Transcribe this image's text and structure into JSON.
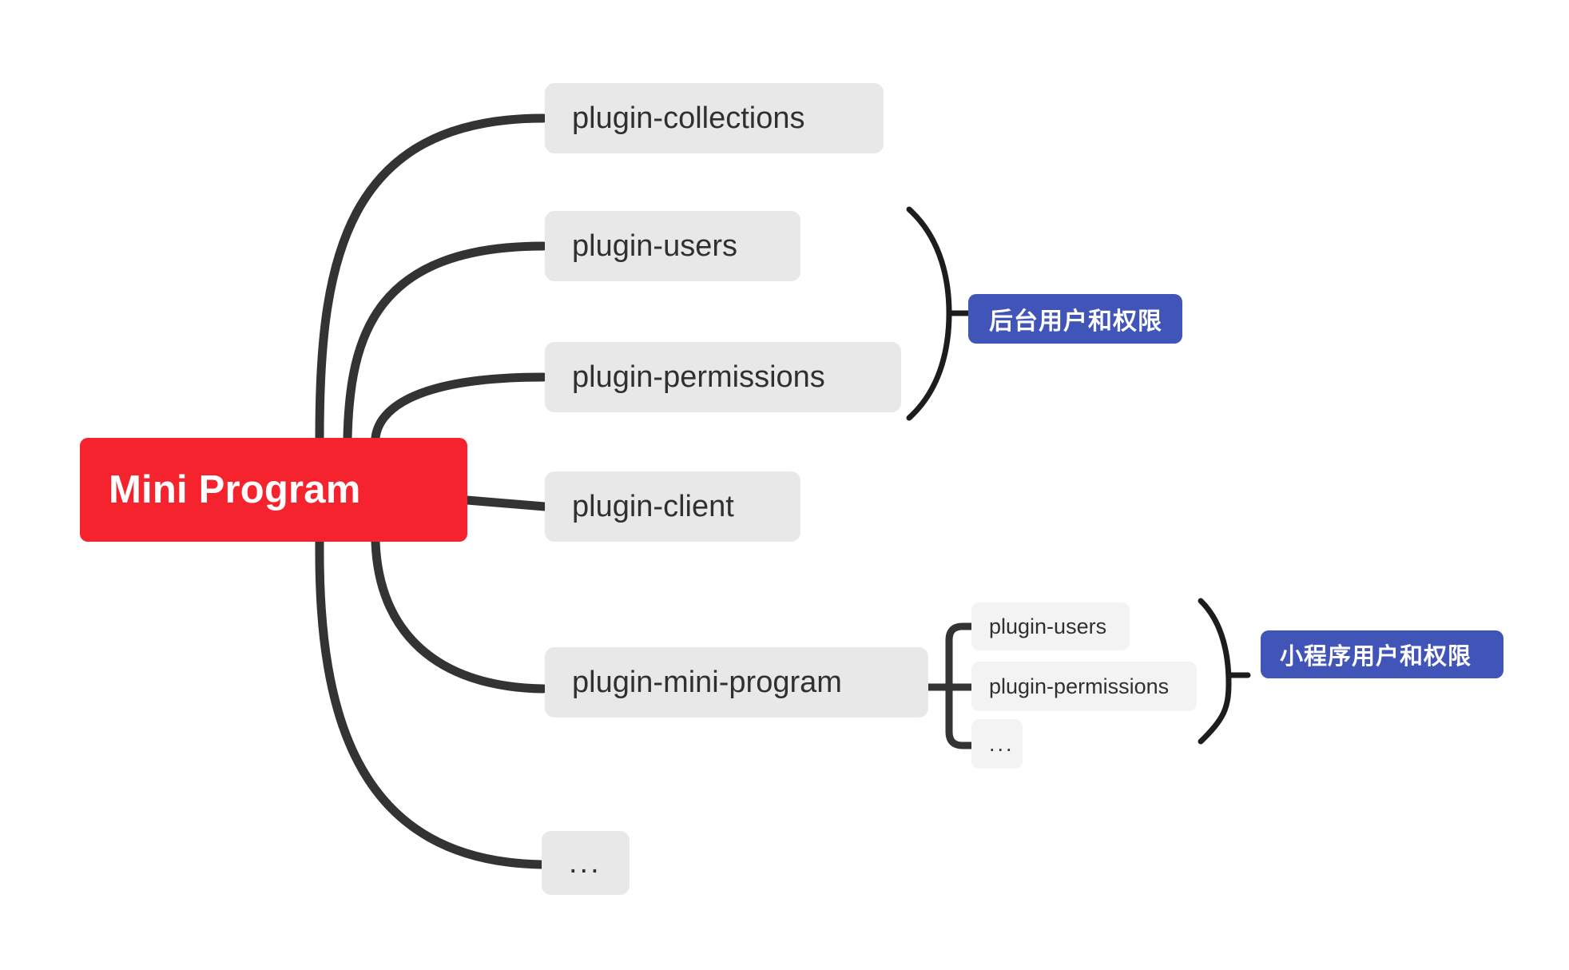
{
  "diagram": {
    "title": "Mini Program plugin architecture mindmap",
    "background_color": "#FFFFFF",
    "edge_color": "#333333",
    "root_color": "#F4232E",
    "branch_color": "#E8E8E8",
    "leaf_color": "#F3F3F3",
    "badge_color": "#4154B8",
    "text_color": "#303030"
  },
  "root": {
    "label": "Mini Program"
  },
  "branches": [
    {
      "id": "plugin-collections",
      "label": "plugin-collections"
    },
    {
      "id": "plugin-users",
      "label": "plugin-users"
    },
    {
      "id": "plugin-permissions",
      "label": "plugin-permissions"
    },
    {
      "id": "plugin-client",
      "label": "plugin-client"
    },
    {
      "id": "plugin-mini-program",
      "label": "plugin-mini-program"
    },
    {
      "id": "more",
      "label": "..."
    }
  ],
  "sub_branches": [
    {
      "id": "mp-plugin-users",
      "label": "plugin-users"
    },
    {
      "id": "mp-plugin-permissions",
      "label": "plugin-permissions"
    },
    {
      "id": "mp-more",
      "label": "..."
    }
  ],
  "badges": [
    {
      "id": "admin-users-permissions",
      "label": "后台用户和权限"
    },
    {
      "id": "mini-users-permissions",
      "label": "小程序用户和权限"
    }
  ]
}
